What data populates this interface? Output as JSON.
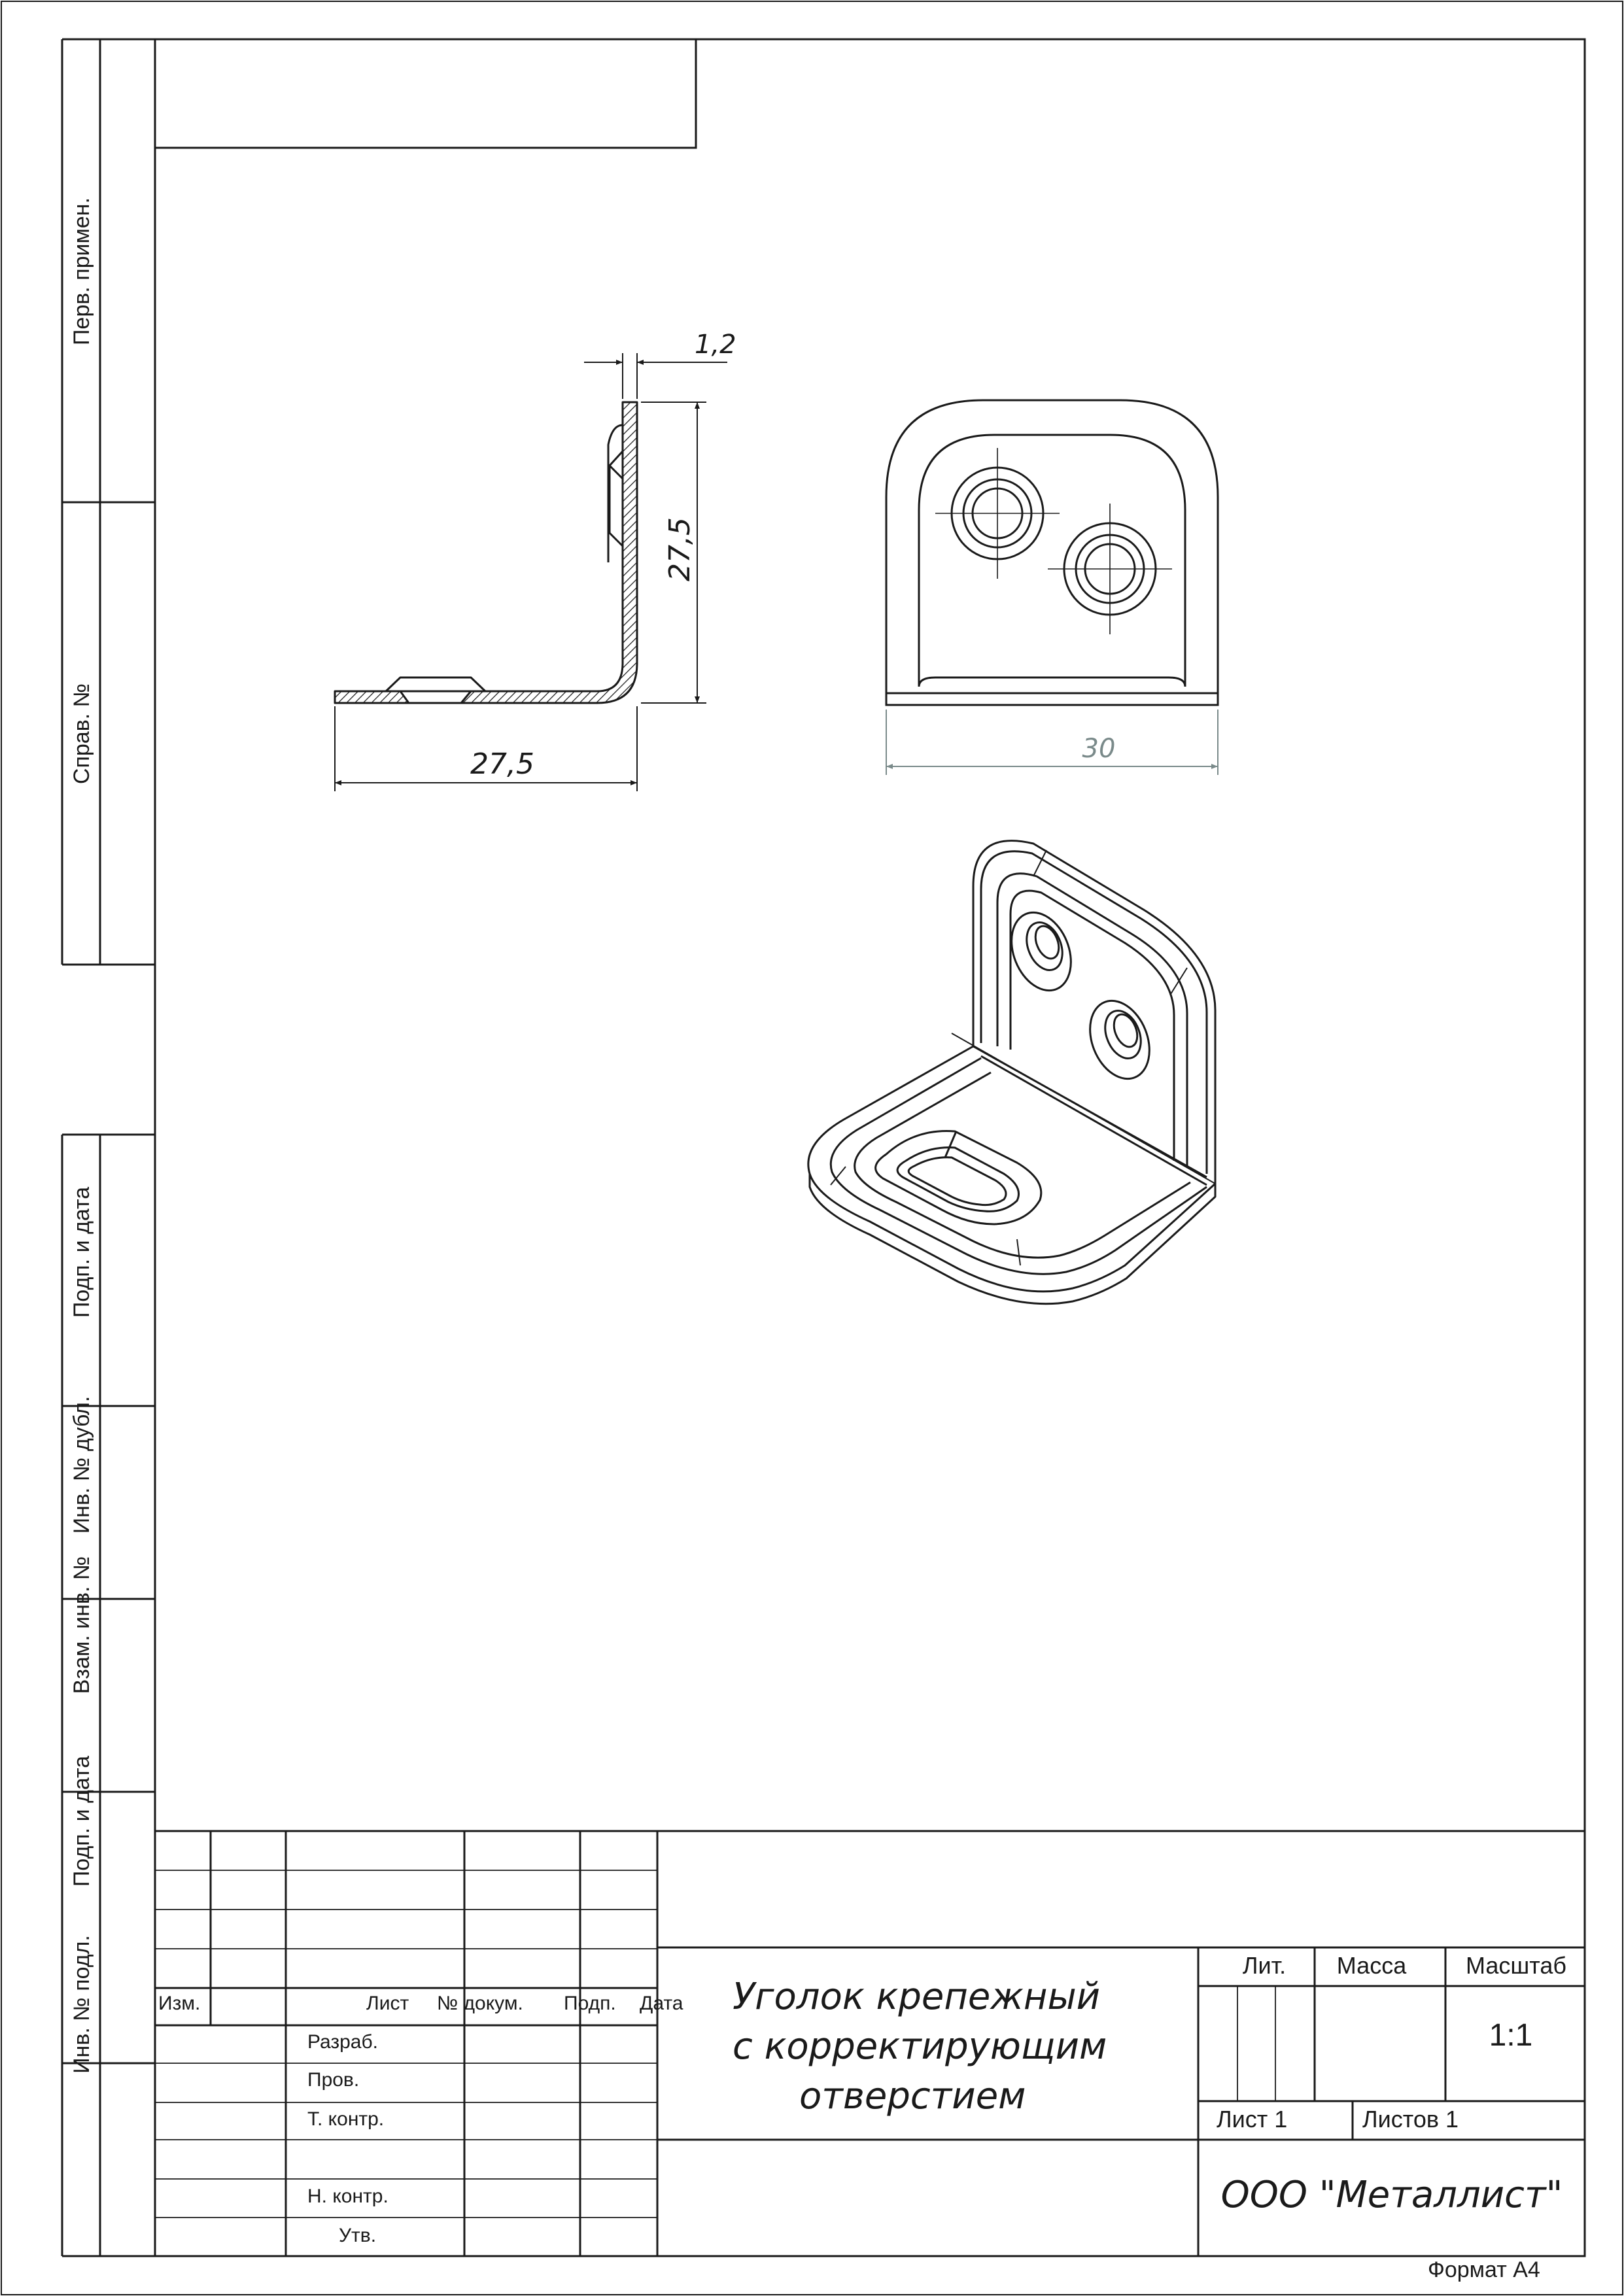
{
  "side_stamp": {
    "perv_primen": "Перв. примен.",
    "sprav_no": "Справ. №",
    "podp_data_1": "Подп. и дата",
    "inv_no_dubl": "Инв. № дубл.",
    "vzam_inv_no": "Взам. инв. №",
    "podp_data_2": "Подп. и дата",
    "inv_no_podl": "Инв. № подл."
  },
  "title_block": {
    "col_izm": "Изм.",
    "col_list": "Лист",
    "col_no_dokum": "№ докум.",
    "col_podp": "Подп.",
    "col_data": "Дата",
    "row_razrab": "Разраб.",
    "row_prov": "Пров.",
    "row_t_kontr": "Т. контр.",
    "row_n_kontr": "Н. контр.",
    "row_utv": "Утв.",
    "hdr_lit": "Лит.",
    "hdr_massa": "Масса",
    "hdr_masshtab": "Масштаб",
    "scale_value": "1:1",
    "sheet_label": "Лист 1",
    "sheets_label": "Листов 1",
    "name_line_1": "Уголок крепежный",
    "name_line_2": "с корректирующим",
    "name_line_3": "отверстием",
    "organization": "ООО \"Металлист\"",
    "format": "Формат А4"
  },
  "dimensions": {
    "thickness": "1,2",
    "height": "27,5",
    "length": "27,5",
    "width": "30"
  },
  "colors": {
    "line": "#1a1a1a",
    "dimension_grey": "#7a8a8a"
  }
}
